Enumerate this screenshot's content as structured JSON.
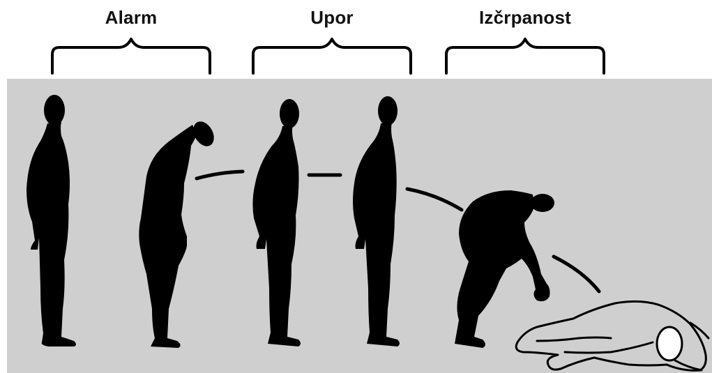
{
  "stages": [
    {
      "id": "alarm",
      "label": "Alarm"
    },
    {
      "id": "upor",
      "label": "Upor"
    },
    {
      "id": "izcrpanost",
      "label": "Izčrpanost"
    }
  ],
  "colors": {
    "background": "#ffffff",
    "panel": "#cfcfcf",
    "silhouette": "#000000",
    "outline_figure": "#000000",
    "text": "#111111"
  },
  "figures": [
    {
      "icon": "standing-person-icon",
      "pose": "upright"
    },
    {
      "icon": "slumped-person-icon",
      "pose": "head-bowed"
    },
    {
      "icon": "standing-person-icon",
      "pose": "upright"
    },
    {
      "icon": "standing-person-icon",
      "pose": "upright"
    },
    {
      "icon": "hunched-person-icon",
      "pose": "crouching"
    },
    {
      "icon": "collapsed-person-icon",
      "pose": "lying-outline"
    }
  ]
}
